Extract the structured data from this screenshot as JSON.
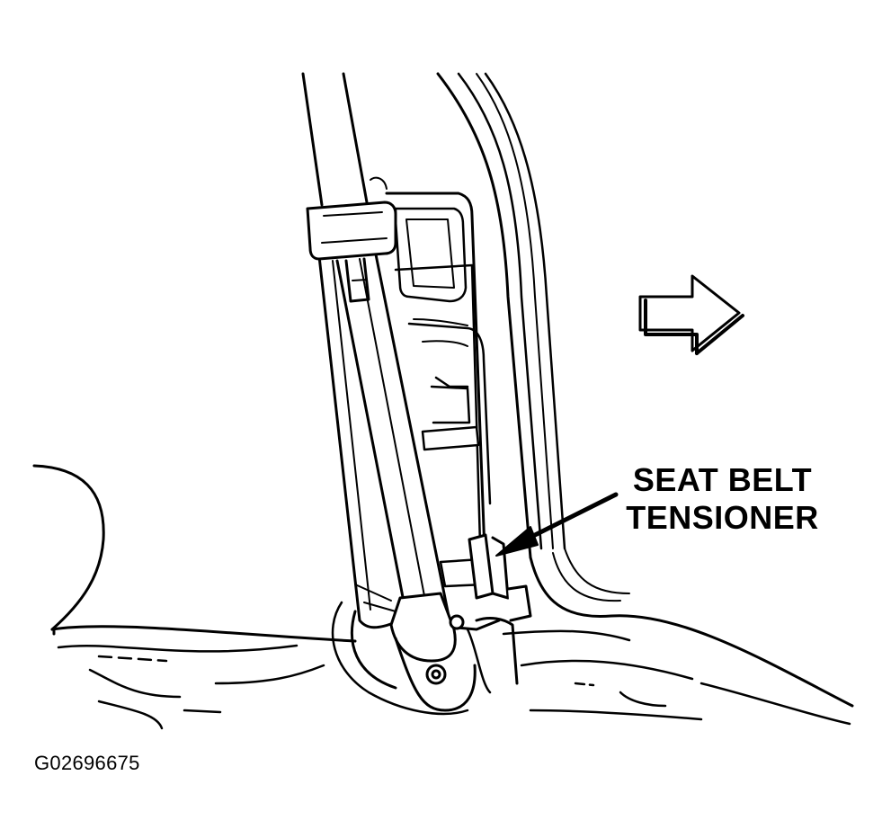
{
  "callout": {
    "line1": "SEAT BELT",
    "line2": "TENSIONER"
  },
  "figure_id": "G02696675",
  "icons": {
    "direction_arrow": "right-arrow-icon",
    "pointer_arrow": "leader-arrow-icon"
  },
  "colors": {
    "ink": "#000000",
    "paper": "#ffffff"
  }
}
